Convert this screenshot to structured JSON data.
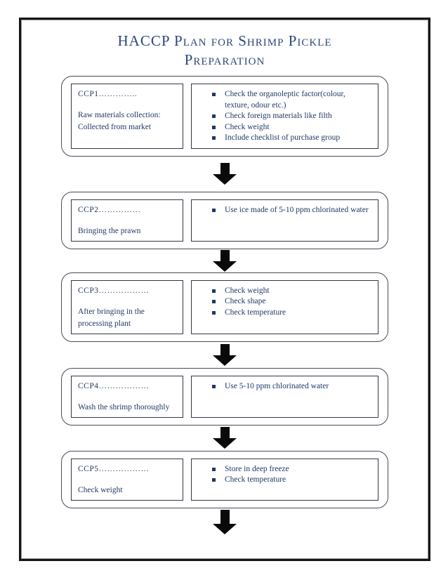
{
  "title": {
    "line1": "HACCP Plan for Shrimp Pickle",
    "line2": "Preparation"
  },
  "colors": {
    "text_navy": "#1f3864",
    "title_navy": "#2d4778",
    "frame_black": "#161616",
    "arrow_black": "#0a0a0a"
  },
  "icons": {
    "bullet": "bullet-square-icon",
    "arrow": "arrow-down-icon"
  },
  "flow": {
    "rows": [
      {
        "ccp": "CCP1…………..",
        "description": [
          "Raw materials collection:",
          "Collected from market"
        ],
        "checks": [
          "Check the organoleptic factor(colour, texture, odour etc.)",
          "Check foreign materials like filth",
          "Check weight",
          "Include checklist of purchase group"
        ]
      },
      {
        "ccp": "CCP2……………",
        "description": [
          "Bringing the prawn"
        ],
        "checks": [
          "Use ice made of 5-10 ppm chlorinated water"
        ]
      },
      {
        "ccp": "CCP3………………",
        "description": [
          "After bringing in the",
          "processing plant"
        ],
        "checks": [
          "Check weight",
          "Check shape",
          "Check temperature"
        ]
      },
      {
        "ccp": "CCP4………………",
        "description": [
          "Wash the shrimp thoroughly"
        ],
        "checks": [
          "Use 5-10 ppm chlorinated water"
        ]
      },
      {
        "ccp": "CCP5………………",
        "description": [
          "Check weight"
        ],
        "checks": [
          "Store in deep freeze",
          "Check temperature"
        ]
      }
    ]
  }
}
